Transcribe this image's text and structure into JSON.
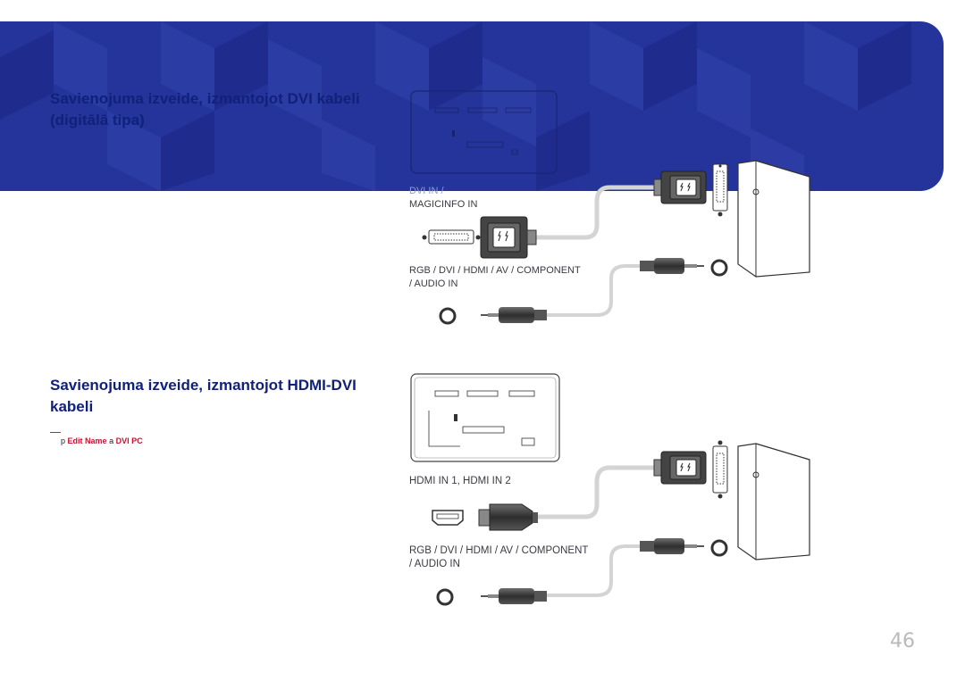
{
  "section1": {
    "title_line1": "Savienojuma izveide, izmantojot DVI kabeli",
    "title_line2": "(digitālā tipa)",
    "port_label_line1": "DVI IN /",
    "port_label_line2": "MAGICINFO IN",
    "audio_label_line1": "RGB / DVI / HDMI / AV / COMPONENT",
    "audio_label_line2": "/ AUDIO IN"
  },
  "section2": {
    "title_line1": "Savienojuma izveide, izmantojot HDMI-DVI",
    "title_line2": "kabeli",
    "note_prefix": "p",
    "note_kw1": "Edit Name",
    "note_mid": "a",
    "note_kw2": "DVI PC",
    "port_label": "HDMI IN 1, HDMI IN 2",
    "audio_label_line1": "RGB / DVI / HDMI / AV / COMPONENT",
    "audio_label_line2": "/ AUDIO IN"
  },
  "page_number": "46",
  "colors": {
    "banner": "#25349b",
    "title": "#10217a",
    "keyword": "#c8102e"
  }
}
